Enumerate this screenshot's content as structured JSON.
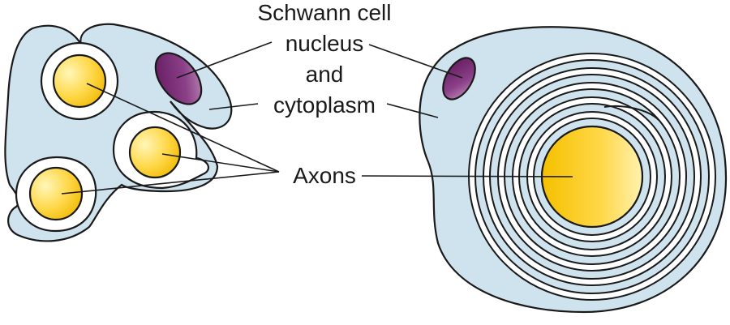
{
  "labels": {
    "schwann_line1": "Schwann cell",
    "schwann_line2": "nucleus",
    "schwann_line3": "and",
    "schwann_line4": "cytoplasm",
    "axons": "Axons"
  },
  "colors": {
    "cytoplasm": "#cfe3ee",
    "axon_light": "#fff3a6",
    "axon_dark": "#f5c400",
    "nucleus_light": "#c08ec0",
    "nucleus_dark": "#6a1f66",
    "outline": "#1a1a1a"
  },
  "structures": {
    "left": "unmyelinated-schwann-cell",
    "right": "myelinated-schwann-cell"
  }
}
